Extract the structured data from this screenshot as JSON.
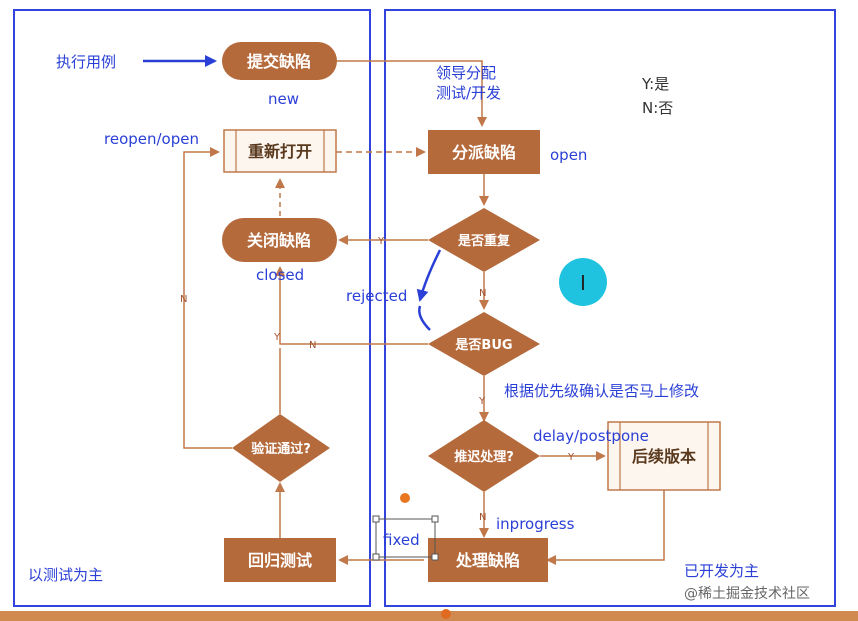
{
  "colors": {
    "node_fill": "#b56a3c",
    "edge": "#c0784a",
    "panel_border": "#3344dd",
    "blue_text": "#2a3fd6",
    "cursor_fill": "#1fc3e0",
    "bottom_bar": "#d08a50"
  },
  "nodes": {
    "submit": "提交缺陷",
    "reopen": "重新打开",
    "assign": "分派缺陷",
    "close": "关闭缺陷",
    "is_duplicate": "是否重复",
    "is_bug": "是否BUG",
    "verify": "验证通过?",
    "postpone": "推迟处理?",
    "later_version": "后续版本",
    "regression": "回归测试",
    "process": "处理缺陷"
  },
  "labels": {
    "executor": "执行用例",
    "new": "new",
    "reopen_open": "reopen/open",
    "lead_assign_line1": "领导分配",
    "lead_assign_line2": "测试/开发",
    "open": "open",
    "closed": "closed",
    "rejected": "rejected",
    "priority_note": "根据优先级确认是否马上修改",
    "delay": "delay/postpone",
    "inprogress": "inprogress",
    "fixed": "fixed",
    "test_side": "以测试为主",
    "dev_side": "已开发为主",
    "legend_y": "Y:是",
    "legend_n": "N:否"
  },
  "edge_labels": {
    "y": "Y",
    "n": "N"
  },
  "watermark": "@稀土掘金技术社区"
}
